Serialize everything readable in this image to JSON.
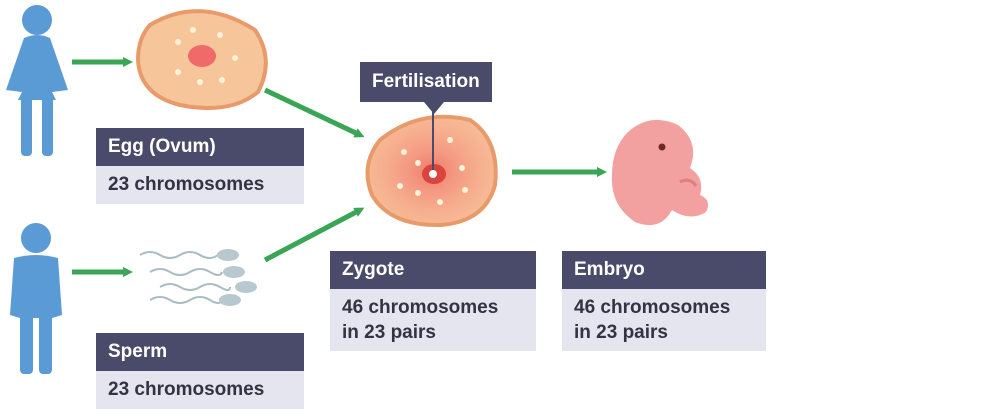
{
  "fertilisation_label": "Fertilisation",
  "egg": {
    "title": "Egg (Ovum)",
    "chromosomes": "23 chromosomes"
  },
  "sperm": {
    "title": "Sperm",
    "chromosomes": "23 chromosomes"
  },
  "zygote": {
    "title": "Zygote",
    "line1": "46 chromosomes",
    "line2": "in 23 pairs"
  },
  "embryo": {
    "title": "Embryo",
    "line1": "46 chromosomes",
    "line2": "in 23 pairs"
  },
  "colors": {
    "person": "#5b9bd5",
    "arrow": "#3aa655",
    "cell_fill": "#f7c59a",
    "cell_outline": "#e89a6a",
    "nucleus": "#f06a6a",
    "label_header": "#4a4a6a",
    "label_body": "#e4e5ee",
    "embryo": "#f3a0a0"
  }
}
